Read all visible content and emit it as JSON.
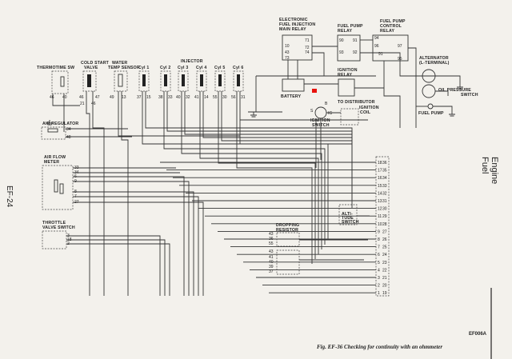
{
  "page": {
    "side_left": "EF-24",
    "side_right": "Engine Fuel",
    "code": "EF006A",
    "caption": "Fig. EF-36  Checking for continuity with an ohmmeter"
  },
  "components": {
    "thermotime": {
      "label": "THERMOTIME SW",
      "pins": [
        "46",
        "40"
      ]
    },
    "cold_start": {
      "label1": "COLD START",
      "label2": "VALVE",
      "pins": [
        "46",
        "47",
        "21",
        "46"
      ]
    },
    "water_temp": {
      "label1": "WATER",
      "label2": "TEMP SENSOR",
      "pins": [
        "49",
        "13"
      ]
    },
    "injector": {
      "label": "INJECTOR",
      "cyls": [
        {
          "name": "Cyl 1",
          "pins": [
            "37",
            "15"
          ]
        },
        {
          "name": "Cyl 2",
          "pins": [
            "38",
            "33"
          ]
        },
        {
          "name": "Cyl 3",
          "pins": [
            "40",
            "32"
          ]
        },
        {
          "name": "Cyl 4",
          "pins": [
            "41",
            "14"
          ]
        },
        {
          "name": "Cyl 5",
          "pins": [
            "55",
            "30"
          ]
        },
        {
          "name": "Cyl 6",
          "pins": [
            "56",
            "31"
          ]
        }
      ]
    },
    "efi_relay": {
      "label1": "ELECTRONIC",
      "label2": "FUEL INJECTION",
      "label3": "MAIN RELAY",
      "pins": [
        "71",
        "10",
        "72",
        "43",
        "74",
        "73"
      ]
    },
    "fp_relay": {
      "label1": "FUEL PUMP",
      "label2": "RELAY",
      "pins": [
        "90",
        "91",
        "93",
        "92"
      ]
    },
    "fpc_relay": {
      "label1": "FUEL PUMP",
      "label2": "CONTROL",
      "label3": "RELAY",
      "pins": [
        "94",
        "96",
        "97",
        "91",
        "95"
      ]
    },
    "alternator": {
      "label1": "ALTERNATOR",
      "label2": "(L-TERMINAL)"
    },
    "oil_switch": {
      "label1": "OIL PRESSURE",
      "label2": "SWITCH"
    },
    "fuel_pump": {
      "label": "FUEL PUMP"
    },
    "ign_relay": {
      "label1": "IGNITION",
      "label2": "RELAY"
    },
    "battery": {
      "label": "BATTERY"
    },
    "ign_switch": {
      "label1": "IGNITION",
      "label2": "SWITCH",
      "pins": [
        "S",
        "B",
        "IG"
      ]
    },
    "distributor": {
      "label": "TO DISTRIBUTOR"
    },
    "ign_coil": {
      "label1": "IGNITION",
      "label2": "COIL"
    },
    "air_regulator": {
      "label": "AIR REGULATOR",
      "pins": [
        "34",
        "48"
      ]
    },
    "air_flow": {
      "label1": "AIR FLOW",
      "label2": "METER",
      "pins": [
        "33",
        "34",
        "6",
        "9",
        "8",
        "7",
        "27"
      ]
    },
    "throttle": {
      "label1": "THROTTLE",
      "label2": "VALVE SWITCH",
      "pins": [
        "3",
        "18",
        "2"
      ]
    },
    "dropping": {
      "label1": "DROPPING",
      "label2": "RESISTOR",
      "pins_a": [
        "43",
        "36",
        "55"
      ],
      "pins_b": [
        "43",
        "41",
        "40",
        "39",
        "37"
      ]
    },
    "altitude": {
      "label1": "ALTI-",
      "label2": "TUDE",
      "label3": "SWITCH"
    }
  },
  "connector": {
    "left_pins": [
      "18",
      "17",
      "16",
      "15",
      "14",
      "13",
      "12",
      "11",
      "10",
      "9",
      "8",
      "7",
      "6",
      "5",
      "4",
      "3",
      "2",
      "1"
    ],
    "right_pins": [
      "36",
      "35",
      "34",
      "33",
      "32",
      "31",
      "30",
      "29",
      "28",
      "27",
      "26",
      "25",
      "24",
      "23",
      "22",
      "21",
      "20",
      "19"
    ]
  },
  "colors": {
    "marker": "#e8120c",
    "ink": "#333333",
    "paper": "#f3f1ec"
  }
}
